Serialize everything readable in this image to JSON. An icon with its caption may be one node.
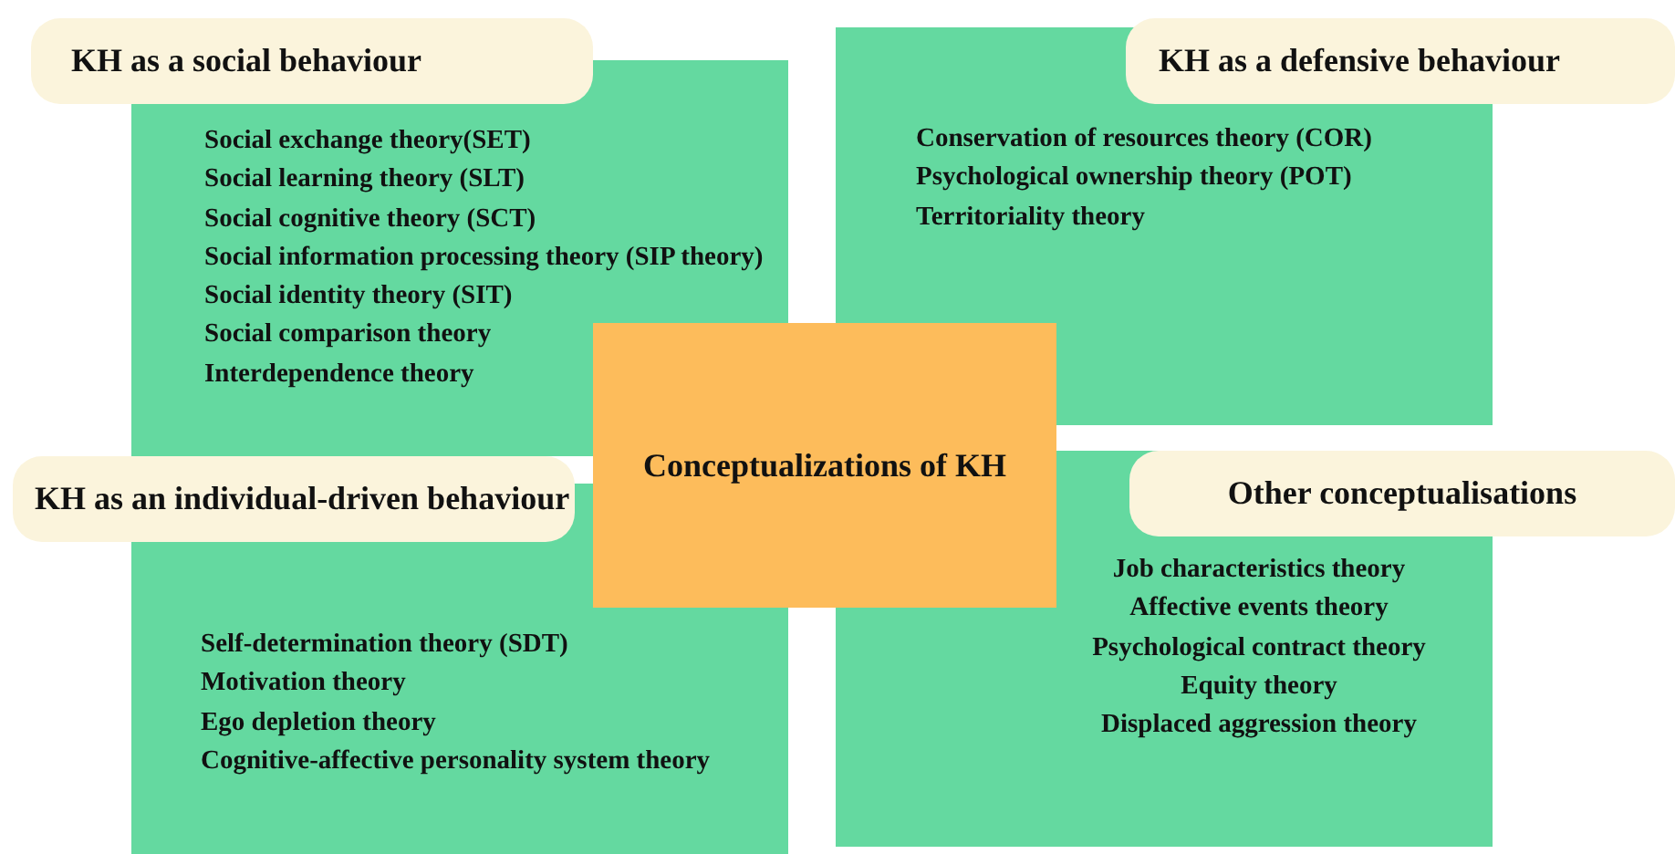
{
  "diagram": {
    "nodes": [
      {
        "text": [
          "KH as a social behaviour"
        ]
      },
      {
        "text": [
          "Social exchange theory(SET)",
          "Social learning theory (SLT)",
          "Social cognitive theory (SCT)",
          "Social information processing theory (SIP theory)",
          "Social identity theory (SIT)",
          "Social comparison theory",
          "Interdependence theory"
        ]
      },
      {
        "text": [
          "KH as a defensive behaviour"
        ]
      },
      {
        "text": [
          "Conservation of resources theory (COR)",
          "Psychological ownership theory (POT)",
          "Territoriality theory"
        ]
      },
      {
        "text": [
          "Conceptualizations of KH"
        ]
      },
      {
        "text": [
          "KH as an individual-driven behaviour"
        ]
      },
      {
        "text": [
          "Self-determination theory (SDT)",
          "Motivation theory",
          "Ego depletion theory",
          "Cognitive-affective personality system theory"
        ]
      },
      {
        "text": [
          "Other conceptualisations"
        ]
      },
      {
        "text": [
          "Job characteristics theory",
          "Affective events theory",
          "Psychological contract theory",
          "Equity theory",
          "Displaced aggression theory"
        ]
      }
    ],
    "edges": []
  }
}
